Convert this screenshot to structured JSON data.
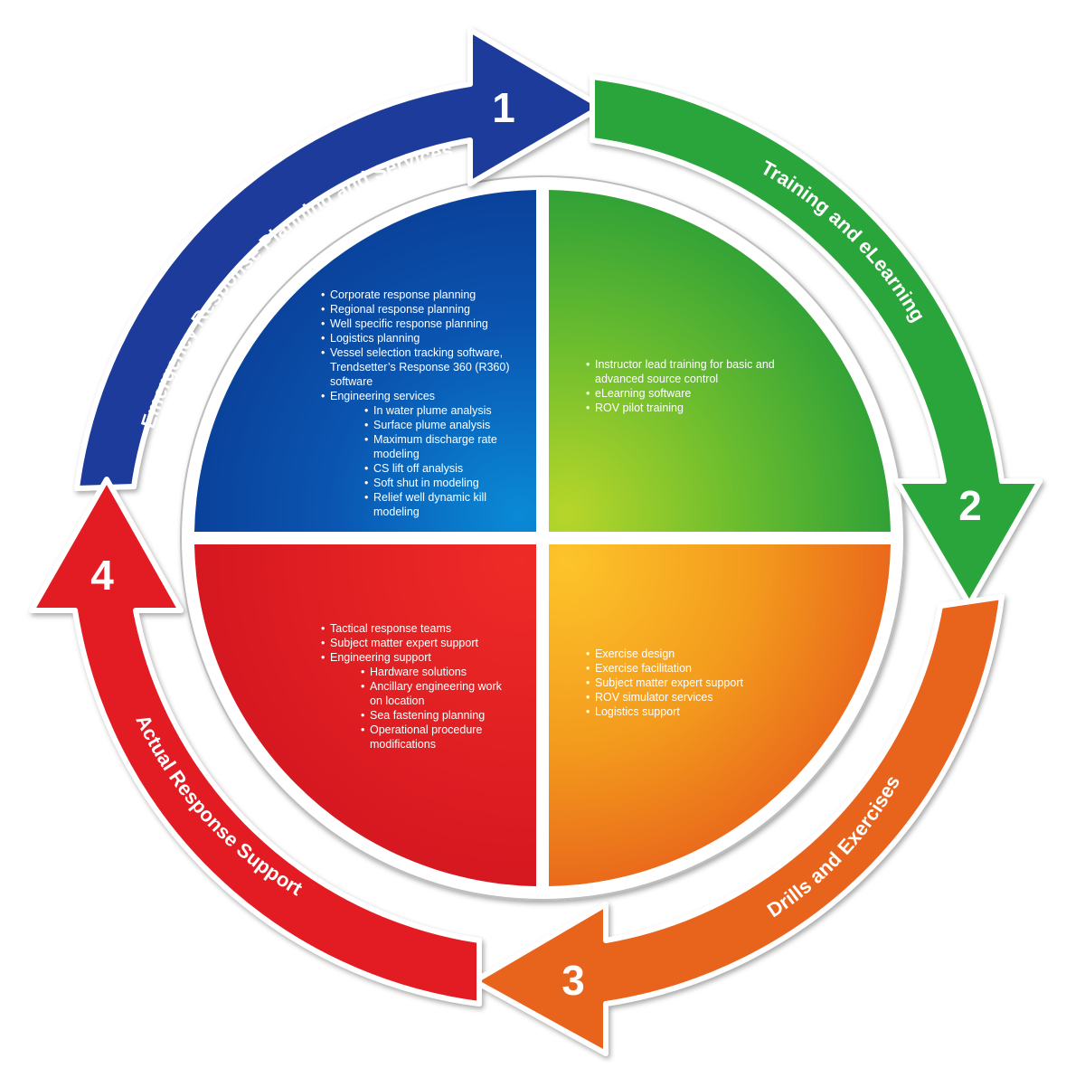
{
  "cycle": {
    "steps": [
      {
        "number": "1",
        "label": "Emergency Response Planning and Services",
        "color": "#1d3a9a"
      },
      {
        "number": "2",
        "label": "Training and eLearning",
        "color": "#2aa53a"
      },
      {
        "number": "3",
        "label": "Drills and Exercises",
        "color": "#e8631b"
      },
      {
        "number": "4",
        "label": "Actual Response Support",
        "color": "#e21b24"
      }
    ]
  },
  "quadrants": {
    "planning": {
      "color": "#0b4aa8",
      "items": [
        "Corporate response planning",
        "Regional response planning",
        "Well specific response planning",
        "Logistics planning",
        "Vessel selection tracking software, Trendsetter’s Response 360 (R360) software",
        "Engineering services"
      ],
      "subitems": [
        "In water plume analysis",
        "Surface plume analysis",
        "Maximum discharge rate modeling",
        "CS lift off analysis",
        "Soft shut in modeling",
        "Relief well dynamic kill modeling"
      ]
    },
    "training": {
      "color": "#4cb233",
      "items": [
        "Instructor lead training for basic and advanced source control",
        "eLearning software",
        "ROV pilot training"
      ]
    },
    "drills": {
      "color": "#f28a1a",
      "items": [
        "Exercise design",
        "Exercise facilitation",
        "Subject matter expert support",
        "ROV simulator services",
        "Logistics support"
      ]
    },
    "response": {
      "color": "#e31e25",
      "items": [
        "Tactical response teams",
        "Subject matter expert support",
        "Engineering support"
      ],
      "subitems": [
        "Hardware solutions",
        "Ancillary engineering work on location",
        "Sea fastening planning",
        "Operational procedure modifications"
      ]
    }
  }
}
